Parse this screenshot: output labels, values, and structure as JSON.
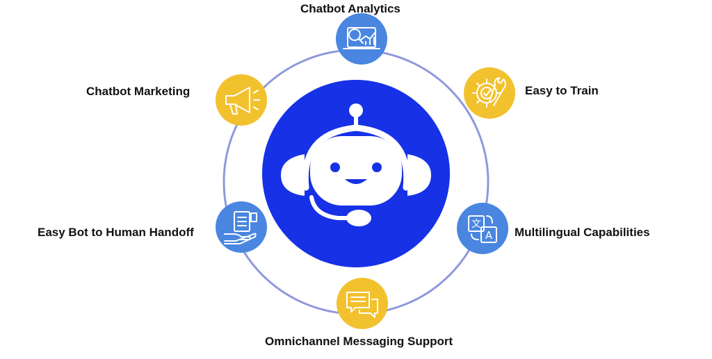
{
  "colors": {
    "ring": "#8f98dc",
    "hub": "#1631e6",
    "blue_node": "#4a86e0",
    "yellow_node": "#f2c12e",
    "icon_stroke": "#ffffff",
    "text": "#111111"
  },
  "hub": {
    "icon": "robot-headset-icon"
  },
  "features": [
    {
      "label": "Chatbot Analytics",
      "icon": "analytics-chart-icon",
      "color": "blue"
    },
    {
      "label": "Easy to Train",
      "icon": "gear-wrench-icon",
      "color": "yellow"
    },
    {
      "label": "Multilingual Capabilities",
      "icon": "translate-icon",
      "color": "blue"
    },
    {
      "label": "Omnichannel Messaging Support",
      "icon": "chat-bubbles-icon",
      "color": "yellow"
    },
    {
      "label": "Easy Bot to Human Handoff",
      "icon": "document-handoff-icon",
      "color": "blue"
    },
    {
      "label": "Chatbot Marketing",
      "icon": "megaphone-icon",
      "color": "yellow"
    }
  ]
}
